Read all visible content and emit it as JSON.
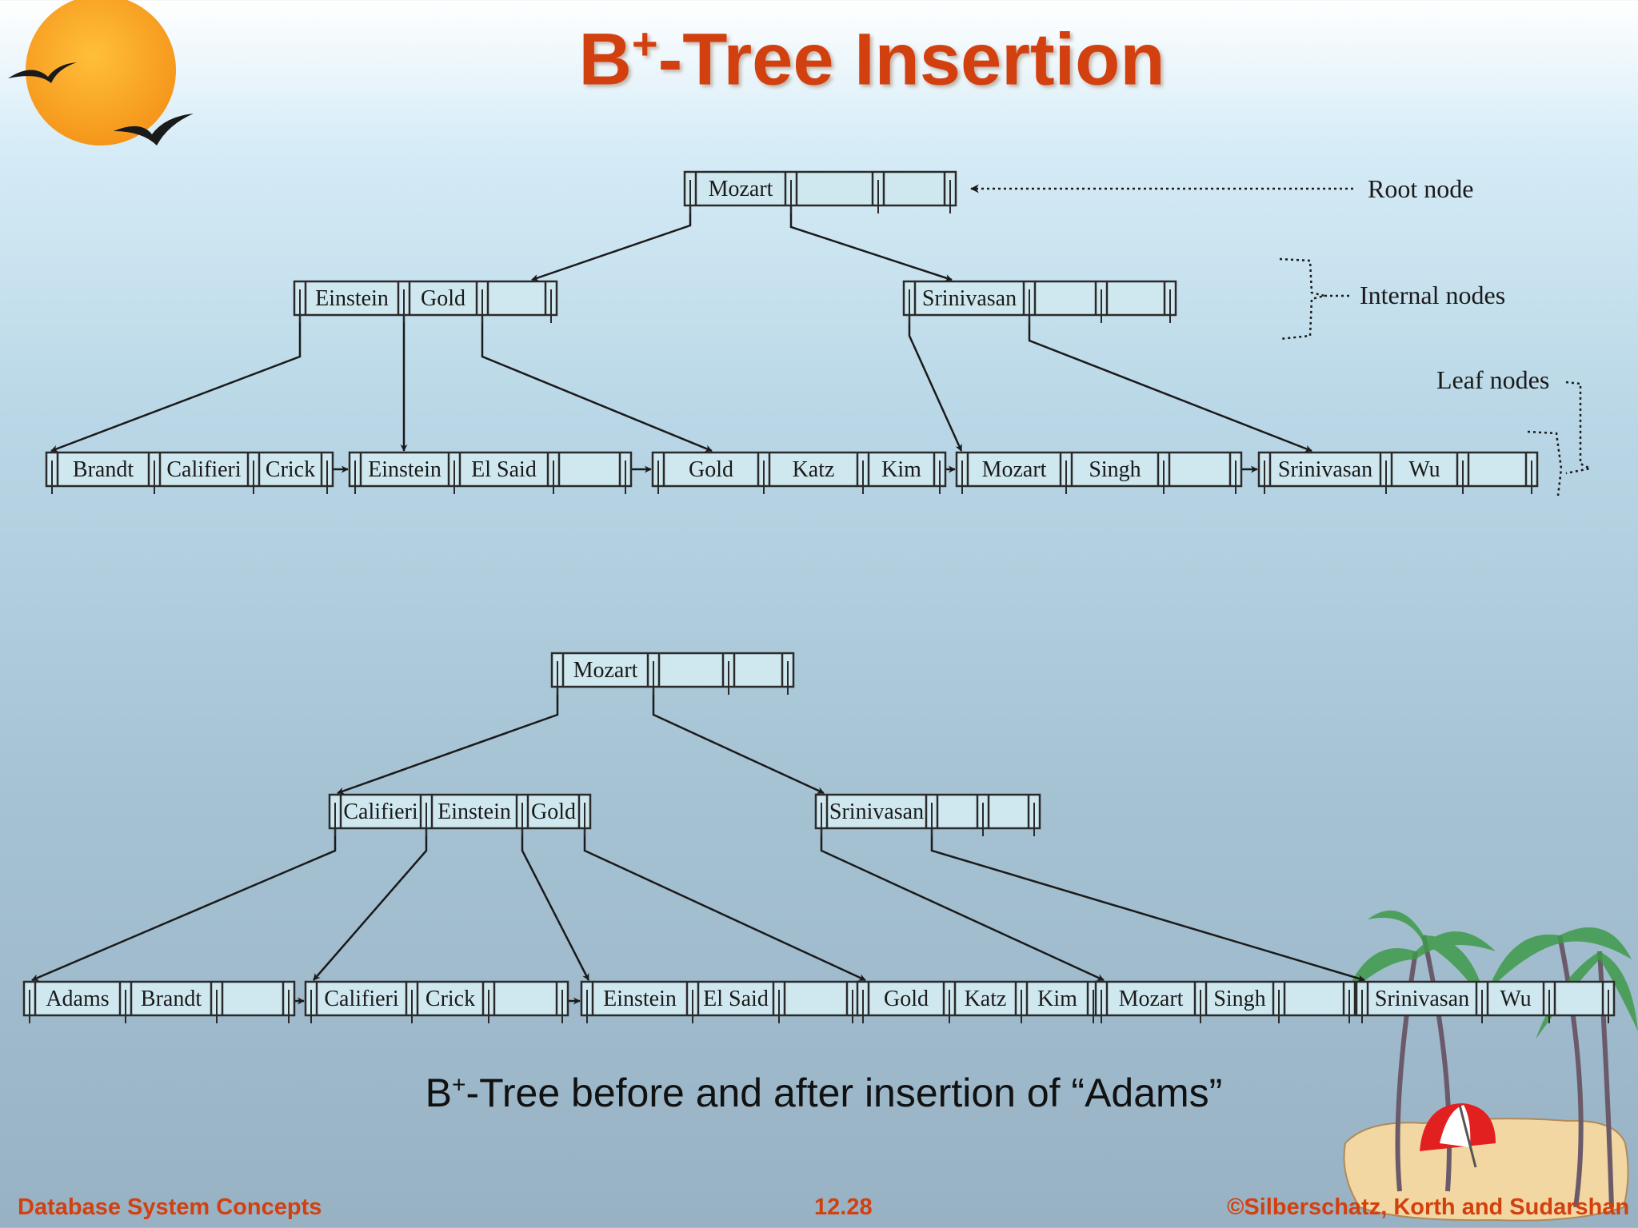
{
  "slide": {
    "title_main": "B",
    "title_sup": "+",
    "title_rest": "-Tree  Insertion",
    "caption_main": "B",
    "caption_sup": "+",
    "caption_rest": "-Tree before and after insertion of “Adams”",
    "footer_left": "Database System Concepts",
    "footer_center": "12.28",
    "footer_right": "©Silberschatz, Korth and Sudarshan"
  },
  "colors": {
    "title": "#d2400f",
    "node_fill": "#cfe8ef",
    "node_stroke": "#2a2a2a",
    "sun": "#f7a21b"
  },
  "icons": [
    "sun-with-birds-logo",
    "palm-island-logo"
  ],
  "annotations": {
    "root": "Root node",
    "internal": "Internal nodes",
    "leaf": "Leaf nodes"
  },
  "tree_before": {
    "root": [
      "Mozart",
      "",
      ""
    ],
    "internal": [
      [
        "Einstein",
        "Gold",
        ""
      ],
      [
        "Srinivasan",
        "",
        ""
      ]
    ],
    "leaves": [
      [
        "Brandt",
        "Califieri",
        "Crick"
      ],
      [
        "Einstein",
        "El Said",
        ""
      ],
      [
        "Gold",
        "Katz",
        "Kim"
      ],
      [
        "Mozart",
        "Singh",
        ""
      ],
      [
        "Srinivasan",
        "Wu",
        ""
      ]
    ]
  },
  "tree_after": {
    "root": [
      "Mozart",
      "",
      ""
    ],
    "internal": [
      [
        "Califieri",
        "Einstein",
        "Gold"
      ],
      [
        "Srinivasan",
        "",
        ""
      ]
    ],
    "leaves": [
      [
        "Adams",
        "Brandt",
        ""
      ],
      [
        "Califieri",
        "Crick",
        ""
      ],
      [
        "Einstein",
        "El Said",
        ""
      ],
      [
        "Gold",
        "Katz",
        "Kim"
      ],
      [
        "Mozart",
        "Singh",
        ""
      ],
      [
        "Srinivasan",
        "Wu",
        ""
      ]
    ]
  }
}
